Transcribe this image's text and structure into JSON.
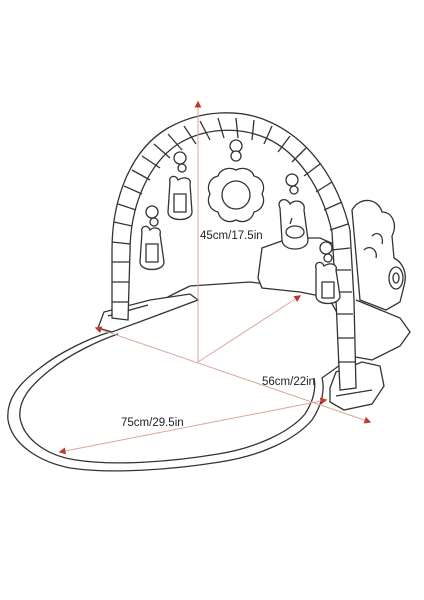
{
  "diagram": {
    "dimensions": {
      "height_label": "45cm/17.5in",
      "width_label": "56cm/22in",
      "length_label": "75cm/29.5in"
    },
    "colors": {
      "outline": "#333333",
      "dimension_line": "#d9a79a",
      "arrow": "#c0392b",
      "background": "#ffffff"
    }
  }
}
